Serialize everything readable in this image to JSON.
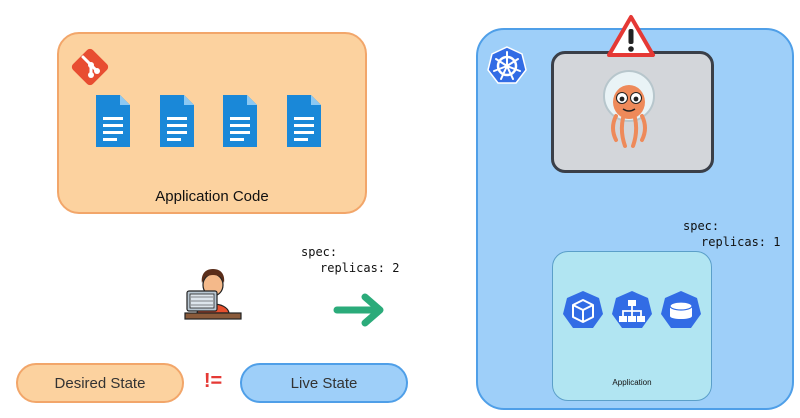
{
  "git_repo": {
    "label": "Application Code",
    "icon": "git-icon",
    "files_icon": "file-icon",
    "color": "#fcd29f",
    "border_color": "#f2a66a"
  },
  "developer": {
    "icon": "developer-icon",
    "spec": {
      "line1": "spec:",
      "line2": "replicas: 2"
    }
  },
  "sync_arrow": {
    "icon": "arrow-right-icon",
    "color": "#2bab7a"
  },
  "cluster": {
    "icon": "kubernetes-icon",
    "color": "#9ecff9",
    "border_color": "#4f9fe8",
    "argocd": {
      "icon": "argocd-icon",
      "warning_icon": "warning-icon"
    },
    "spec": {
      "line1": "spec:",
      "line2": "replicas: 1"
    },
    "application": {
      "label": "Application",
      "resources": [
        "cube-icon",
        "network-icon",
        "storage-icon"
      ]
    }
  },
  "state": {
    "desired": "Desired State",
    "live": "Live State",
    "relation": "!="
  }
}
